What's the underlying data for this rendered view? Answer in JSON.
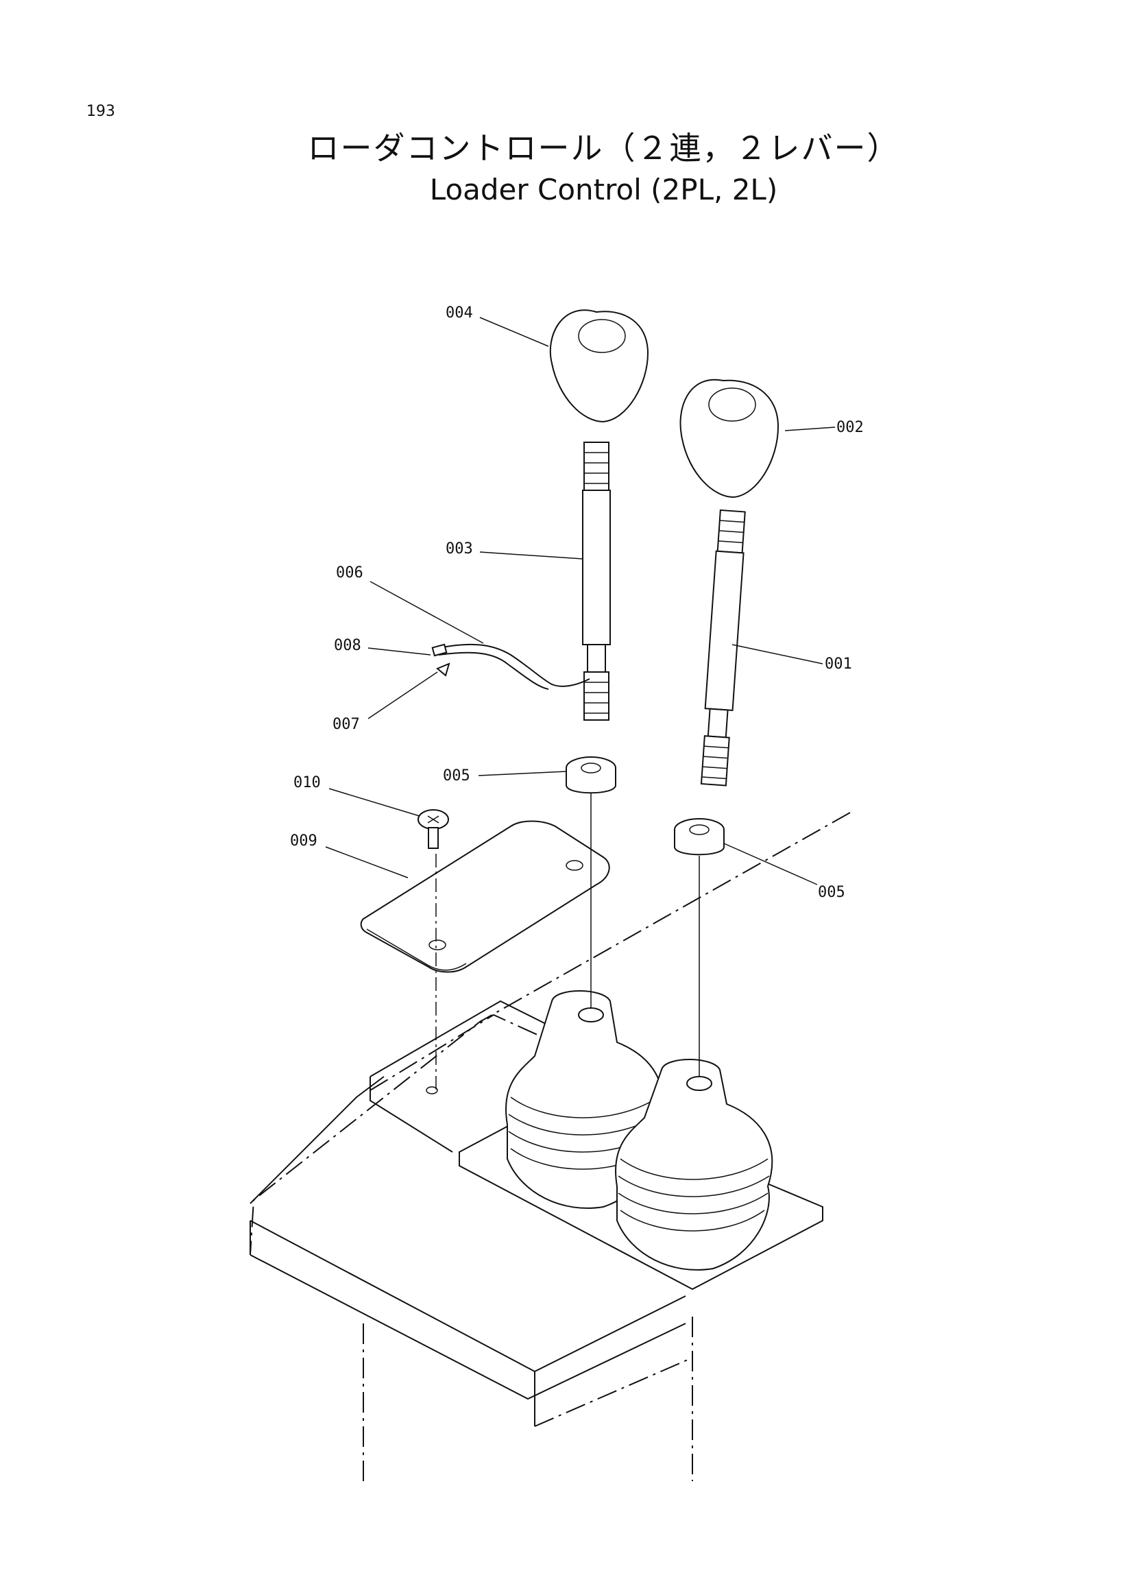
{
  "page_number": "193",
  "title_ja": "ローダコントロール（２連，２レバー）",
  "title_en": "Loader Control (2PL, 2L)",
  "parts": {
    "p001": "001",
    "p002": "002",
    "p003": "003",
    "p004": "004",
    "p005a": "005",
    "p005b": "005",
    "p006": "006",
    "p007": "007",
    "p008": "008",
    "p009": "009",
    "p010": "010"
  }
}
